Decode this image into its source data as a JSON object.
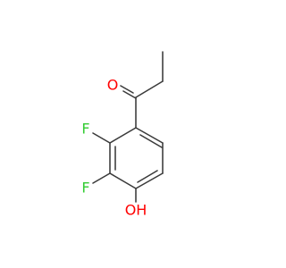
{
  "molecule": {
    "atoms": [
      {
        "id": "O_ketone",
        "symbol": "O",
        "color": "#ff0000"
      },
      {
        "id": "F_upper",
        "symbol": "F",
        "color": "#33cc33"
      },
      {
        "id": "F_lower",
        "symbol": "F",
        "color": "#33cc33"
      },
      {
        "id": "O_hydroxyl",
        "symbol": "OH",
        "color": "#ff0000"
      }
    ],
    "bond_color": "#3a3a3a"
  }
}
